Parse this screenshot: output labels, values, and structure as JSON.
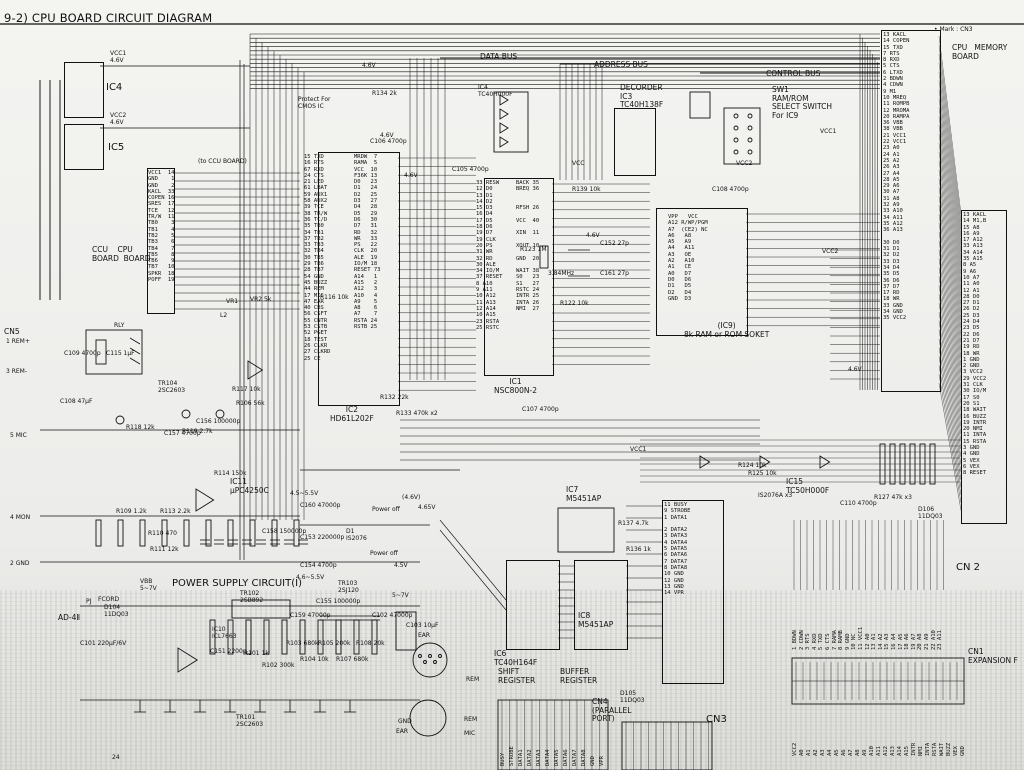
{
  "title": "9-2)  CPU BOARD CIRCUIT DIAGRAM",
  "page_number": "24",
  "buses": {
    "data": "DATA BUS",
    "address": "ADDRESS BUS",
    "control": "CONTROL BUS"
  },
  "connector_note": "• Mark : CN3",
  "cpu_memory_board": "CPU   MEMORY\nBOARD",
  "ic4_label": "IC4",
  "ic5_label": "IC5",
  "vcc1_46v_top": "VCC1\n4.6V",
  "vcc2_46v_top": "VCC2\n4.6V",
  "to_ccu": "(to CCU BOARD)",
  "ccu_cpu": "CCU    CPU\nBOARD  BOARD",
  "protect": "Protect For\nCMOS IC",
  "ic4_ram": "IC4\nTC40H000F",
  "decoder": "DECORDER\nIC3\nTC40H138F",
  "ram_rom_switch": "SW1\nRAM/ROM\nSELECT SWITCH\nFor IC9",
  "ic9": "(IC9)\n8k RAM or ROM SOKET",
  "ic1": "IC1\nNSC800N-2",
  "ic2": "IC2\nHD61L202F",
  "ic7": "IC7\nM5451AP",
  "ic8": "IC8\nM5451AP",
  "ic6": "IC6\nTC40H164F",
  "ic11": "IC11\nµPC4250C",
  "ic15": "IC15\nTC50H000F",
  "is2076": "IS2076A x3",
  "power_supply": "POWER SUPPLY CIRCUIT(I)",
  "power_off_1": "Power off",
  "power_off_2": "Power off",
  "shift_register": "SHIFT\nREGISTER",
  "buffer_register": "BUFFER\nREGISTER",
  "cn4": "CN4\n(PARALLEL\nPORT)",
  "cn3": "CN3",
  "cn2": "CN 2",
  "cn1": "CN1",
  "cn1_expansion": "CN1\nEXPANSION F",
  "cn5": "CN5",
  "rly": "RLY",
  "tr104": "TR104\n2SC2603",
  "tr101": "TR101\n2SC2603",
  "tr102": "TR102\n2SB892",
  "tr103": "TR103\n2SJ120",
  "ic10": "IC10\nICL7663",
  "ad4": "AD-4Ⅱ",
  "pj": "PJ",
  "fcord": "FCORD",
  "d104": "D104\n11DQ03",
  "d105": "D105\n11DQ03",
  "d106": "D106\n11DQ03",
  "d1": "D1\nIS2076",
  "vbb_6v": "VBB\n5~7V",
  "xtal": "3.84MHz",
  "din_labels": {
    "rem": "REM",
    "ear": "EAR",
    "mic": "MIC",
    "gnd": "GND"
  },
  "cn5_pins": [
    "1 REM+",
    "3 REM-"
  ],
  "left_pins": [
    "4 MON",
    "2 GND",
    "5 MIC"
  ],
  "ccu_pin_list": "VCC1  14\nGND    1\nGND    2\nKACL  33\nCOPEN 16\nSRES  17\nTCE   12\nTR/W  11\nTB0    3\nTB1    4\nTB2    5\nTB3    6\nTB4    7\nTB5    8\nTB6    9\nTB7   10\nSPKR  18\nPOFF  19",
  "ic2_pins_left": "15 TXD\n16 RTS\n67 RXD\n24 CTS\n21 LED\n61 LBAT\n59 AUX1\n58 AUX2\n39 TCE\n38 TR/W\n36 TC/D\n35 TB0\n34 TB1\n37 TB2\n33 TB3\n32 TB4\n30 TB5\n29 TB6\n28 TB7\n54 GND\n45 BUZZ\n44 REM\n17 MIC\n47 EAR\n40 CBS\n56 CSFT\n55 CNTR\n53 CSTB\n52 PGET\n18 TEST\n26 CLKR\n27 CLKRD\n25 CE",
  "ic2_pins_right": "MRDW  7\nRAMA  5\nVCC  10\nF36K 13\nD0   23\nD1   24\nD2   25\nD3   27\nD4   28\nD5   29\nD6   30\nD7   31\nRD   32\nWR   33\nPS   22\nCLK  20\nALE  19\nIO/M 18\nRESET 73\nA14   1\nA15   2\nA12   3\nA10   4\nA9    5\nA8    6\nA7    7\nRSTA 24\nRSTB 25",
  "ic1_pins_left": "33 RESW\n12 D0\n13 D1\n14 D2\n15 D3\n16 D4\n17 D5\n18 D6\n19 D7\n19 CLK\n20 PS\n31 WR\n32 RD\n30 ALE\n34 IO/M\n37 RESET\n8 A10\n9 A11\n10 A12\n11 A13\n12 A14\n10 A15\n23 RSTA\n25 RSTC",
  "ic1_pins_right": "BACK 35\nBREQ 36\n\n\nRFSH 26\n\nVCC  40\n\nXIN  11\n\nXOUT 10\n\nGND  20\n\nWAIT 38\nS0   23\nS1   27\nRSTC 24\nINTR 25\nINTA 26\nNMI  27",
  "ic9_pins": "VPP   VCC\nA12 R/WP/PGM\nA7  (CE2) NC\nA6   A8\nA5   A9\nA4   A11\nA3   OE\nA2   A10\nA1   CE\nA0   D7\nD0   D6\nD1   D5\nD2   D4\nGND  D3",
  "cn3_pins": "13 KACL\n14 COPEN\n15 TXD\n7 RTS\n8 RXD\n5 CTS\n6 LTXD\n2 BDWN\n4 CDWN\n9 M1\n10 MREQ\n11 ROMPB\n12 MROMA\n20 RAMPA\n36 VBB\n38 VBB\n21 VCC1\n22 VCC1\n23 A0\n24 A1\n25 A2\n26 A3\n27 A4\n28 A5\n29 A6\n30 A7\n31 A8\n32 A9\n33 A10\n34 A11\n35 A12\n36 A13\n\n30 D0\n31 D1\n32 D2\n33 D3\n34 D4\n35 D5\n36 D6\n37 D7\n17 RD\n18 WR\n33 GND\n34 GND\n35 VCC2",
  "cn1_pins": "13 KACL\n14 M1,B\n15 A8\n16 A9\n17 A12\n33 A13\n34 A14\n35 A15\n8 A5\n9 A6\n10 A7\n11 A0\n12 A1\n28 D0\n27 D1\n26 D2\n25 D3\n24 D4\n23 D5\n22 D6\n21 D7\n19 RD\n18 WR\n1 GND\n2 GND\n3 VCC2\n29 VCC2\n31 CLK\n30 IO/M\n17 S0\n20 S1\n18 WAIT\n16 BUZZ\n19 INTR\n20 NMI\n11 INTA\n15 RSTA\n3 GND\n4 GND\n5 VEX\n6 VEX\n8 RESET",
  "cn4_pins": "11 BUSY\n9 STROBE\n1 DATA1\n\n2 DATA2\n3 DATA3\n4 DATA4\n5 DATA5\n6 DATA6\n7 DATA7\n8 DATA8\n10 GND\n12 GND\n13 GND\n14 VPR",
  "cn2_pins": [
    "1 BDWN",
    "2 CDWN",
    "3 RTS",
    "4 RXD",
    "5 TXD",
    "6 CTS",
    "7 RAMA",
    "8 RAMB",
    "9 GND",
    "10 NC",
    "11 VCC1",
    "12 A0",
    "13 A1",
    "14 A2",
    "15 A3",
    "16 A4",
    "17 A5",
    "18 A6",
    "19 A7",
    "20 A8",
    "21 A9",
    "22 A10",
    "23 A11"
  ],
  "cn1_bottom_pins": [
    "VCC2",
    "A0",
    "A1",
    "A2",
    "A3",
    "A4",
    "A5",
    "A6",
    "A7",
    "A8",
    "A9",
    "A10",
    "A11",
    "A12",
    "A13",
    "A14",
    "A15",
    "INTR",
    "NMI",
    "INTA",
    "RSTA",
    "WAIT",
    "BUZZ",
    "VEX",
    "GND"
  ],
  "parallel_bottom": [
    "BUSY",
    "STROBE",
    "DATA1",
    "DATA2",
    "DATA3",
    "DATA4",
    "DATA5",
    "DATA6",
    "DATA7",
    "DATA8",
    "GND",
    "VPR"
  ],
  "component_labels": [
    "R134 2k",
    "C106 4700p",
    "C105 4700p",
    "R139 10k",
    "C108 4700p",
    "C152 27p",
    "C161 27p",
    "R123 1M",
    "R122 10k",
    "R133 470k x2",
    "R132 22k",
    "R117 10k",
    "R118 12k",
    "R119 2.7k",
    "C156 100000p",
    "R114 150k",
    "R113 2.2k",
    "R109 1.2k",
    "R110 470",
    "R111 12k",
    "R106 56k",
    "C157 4700p",
    "C158 150000p",
    "C153 220000p",
    "C154 4700p",
    "C155 100000p",
    "R137 4.7k",
    "R136 1k",
    "C107 4700p",
    "R124 10k",
    "R125 10k",
    "R127 47k x3",
    "C110 4700p",
    "C151 2200p",
    "C101 220µF/6V",
    "R101 1k",
    "R102 300k",
    "R103 680k",
    "R104 10k",
    "R105 200k",
    "R107 680k",
    "R108 20k",
    "C102 47000p",
    "C103 10µF",
    "C159 47000p",
    "C160 47000p",
    "L2",
    "VR1",
    "VR2 5k",
    "R116 10k",
    "C115 1µF",
    "C108 47µF",
    "C109 4700p"
  ],
  "voltage_labels": [
    "4.6V",
    "4.6V",
    "4.6V",
    "4.6V",
    "VCC1",
    "VCC2",
    "VCC1",
    "VCC2",
    "4.6V",
    "4.5~5.5V",
    "(4.6V)",
    "4.5V",
    "4.6~5.5V",
    "5~7V",
    "4.65V",
    "VCC"
  ]
}
